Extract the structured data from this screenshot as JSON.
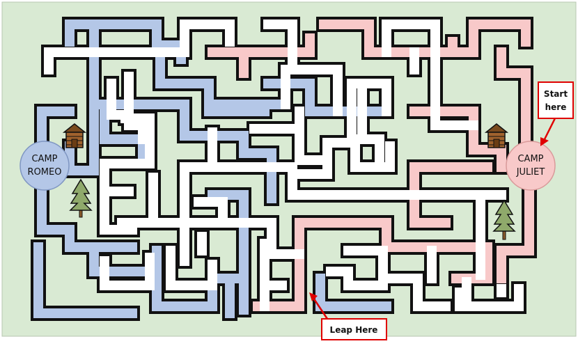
{
  "maze": {
    "colors": {
      "background": "#d9ead3",
      "wall": "#111111",
      "path_white": "#ffffff",
      "path_blue": "#b4c7e7",
      "path_pink": "#f8c9c9",
      "accent_red": "#e00000",
      "tree": "#8fa96b",
      "trunk": "#8b5a2b",
      "cabin": "#a0622d"
    },
    "camps": {
      "romeo": {
        "line1": "CAMP",
        "line2": "ROMEO"
      },
      "juliet": {
        "line1": "CAMP",
        "line2": "JULIET"
      }
    },
    "callouts": {
      "start": {
        "line1": "Start",
        "line2": "here"
      },
      "leap": {
        "text": "Leap Here"
      }
    },
    "icons": [
      "cabin-icon",
      "tree-icon"
    ]
  }
}
